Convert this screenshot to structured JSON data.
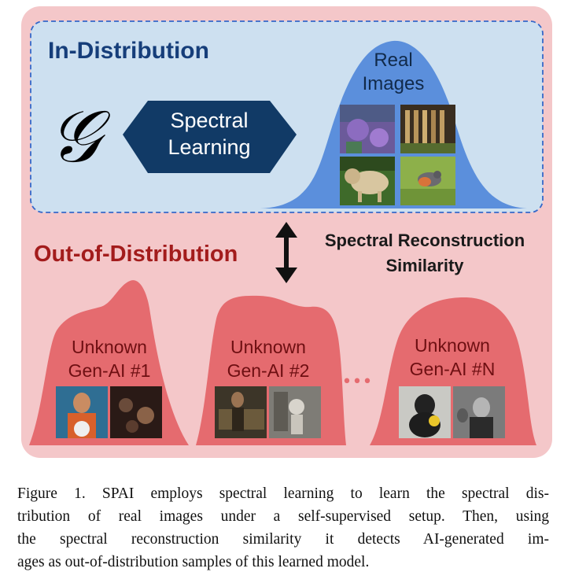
{
  "figure": {
    "in_distribution_label": "In-Distribution",
    "generator_symbol": "𝒢",
    "spectral_learning_line1": "Spectral",
    "spectral_learning_line2": "Learning",
    "real_images_line1": "Real",
    "real_images_line2": "Images",
    "out_of_distribution_label": "Out-of-Distribution",
    "similarity_line1": "Spectral Reconstruction",
    "similarity_line2": "Similarity",
    "ellipsis": "•••",
    "gen_ai": [
      {
        "line1": "Unknown",
        "line2": "Gen-AI #1"
      },
      {
        "line1": "Unknown",
        "line2": "Gen-AI #2"
      },
      {
        "line1": "Unknown",
        "line2": "Gen-AI #N"
      }
    ],
    "colors": {
      "outer_bg": "#f4c7c9",
      "in_dist_bg": "#cde0f0",
      "dash_border": "#3568c9",
      "navy": "#113a66",
      "real_curve": "#5b8fdc",
      "red_curve": "#e56b6f",
      "red_text": "#a31c1c",
      "dark_text": "#1a1a1a"
    }
  },
  "caption": {
    "lines": [
      "Figure 1. SPAI employs spectral learning to learn the spectral dis-",
      "tribution of real images under a self-supervised setup. Then, using",
      "the spectral reconstruction similarity it detects AI-generated im-",
      "ages as out-of-distribution samples of this learned model."
    ]
  }
}
